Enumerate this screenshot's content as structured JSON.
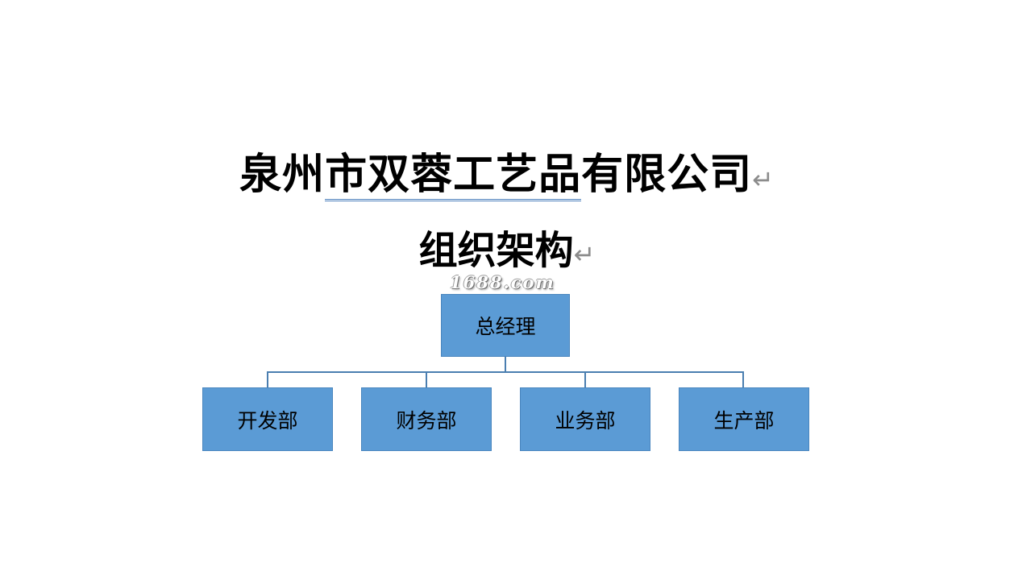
{
  "title": {
    "company_prefix": "泉州",
    "company_underlined": "市双蓉工艺品",
    "company_suffix": "有限公司",
    "subtitle": "组织架构",
    "paragraph_mark": "↵"
  },
  "watermark": "1688.com",
  "org_chart": {
    "root": "总经理",
    "departments": [
      "开发部",
      "财务部",
      "业务部",
      "生产部"
    ]
  },
  "colors": {
    "box_fill": "#5b9bd5",
    "connector": "#4a7eb0"
  }
}
